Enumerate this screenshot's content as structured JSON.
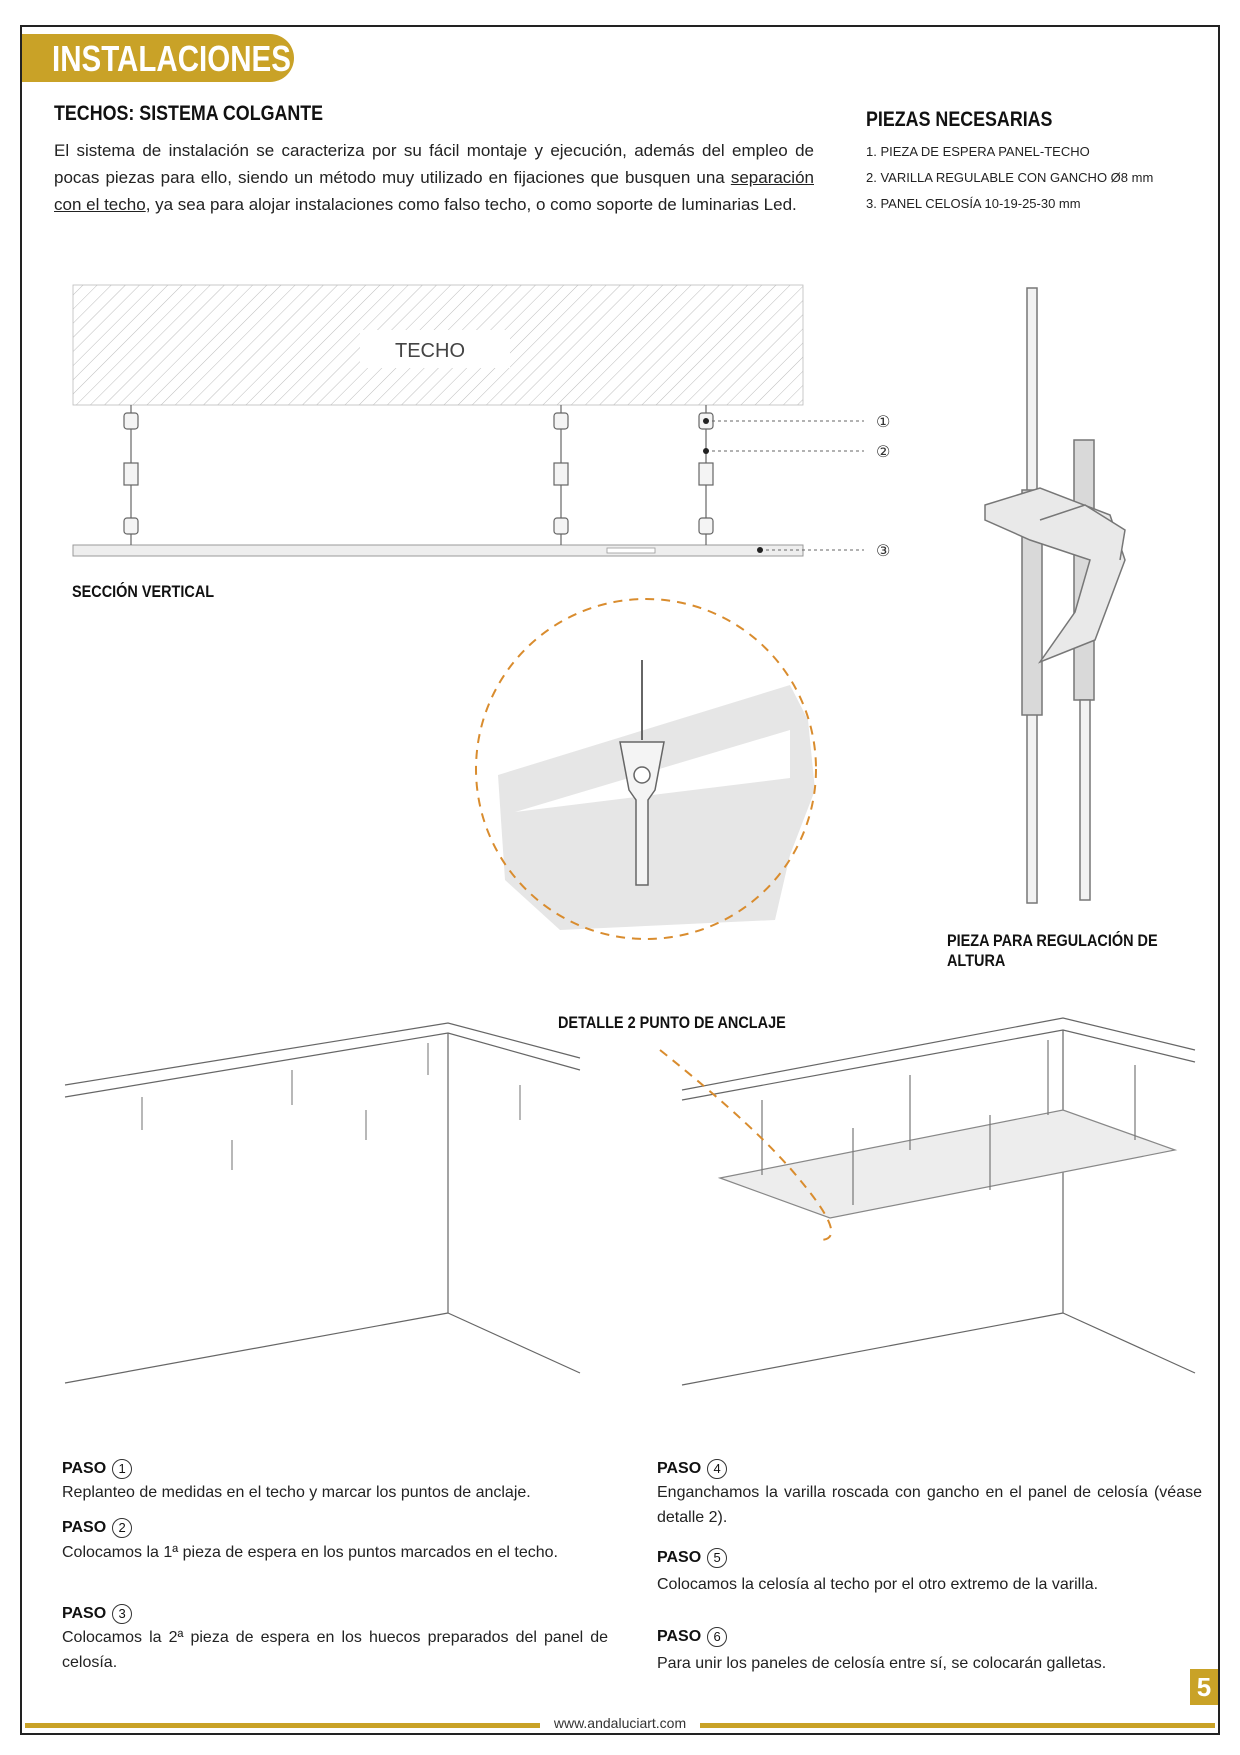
{
  "header": {
    "section_title": "INSTALACIONES",
    "subtitle": "TECHOS: SISTEMA COLGANTE",
    "intro_before": "El sistema de instalación se caracteriza por su fácil montaje y ejecución, además del empleo de pocas piezas para ello, siendo un método muy utilizado en fijaciones que busquen una ",
    "intro_link": "separación con el techo",
    "intro_after": ", ya sea para alojar instalaciones como falso techo, o como soporte de luminarias Led."
  },
  "parts": {
    "title": "PIEZAS NECESARIAS",
    "items": [
      "1.  PIEZA DE ESPERA PANEL-TECHO",
      "2.  VARILLA REGULABLE CON GANCHO Ø8 mm",
      "3.  PANEL CELOSÍA 10-19-25-30 mm"
    ]
  },
  "diagram": {
    "ceiling_label": "TECHO",
    "callouts": [
      "①",
      "②",
      "③"
    ],
    "section_label": "SECCIÓN VERTICAL",
    "height_piece_label": "PIEZA PARA REGULACIÓN DE ALTURA",
    "detail_label": "DETALLE 2 PUNTO DE ANCLAJE"
  },
  "steps": [
    {
      "label": "PASO",
      "num": "1",
      "text": "Replanteo de medidas en el techo y marcar los puntos de anclaje."
    },
    {
      "label": "PASO",
      "num": "2",
      "text": "Colocamos la 1ª pieza de espera en los puntos marcados en el techo."
    },
    {
      "label": "PASO",
      "num": "3",
      "text": "Colocamos la 2ª pieza de espera en los huecos preparados del panel de celosía."
    },
    {
      "label": "PASO",
      "num": "4",
      "text": "Enganchamos la varilla roscada con gancho en el panel de celosía (véase detalle 2)."
    },
    {
      "label": "PASO",
      "num": "5",
      "text": "Colocamos la celosía al techo por el otro extremo de la varilla."
    },
    {
      "label": "PASO",
      "num": "6",
      "text": "Para unir los paneles de celosía entre sí, se colocarán galletas."
    }
  ],
  "footer": {
    "page_number": "5",
    "url": "www.andaluciart.com"
  },
  "colors": {
    "accent": "#c9a227",
    "detail_dash": "#d98c2e",
    "panel_gray": "#e6e6e6"
  }
}
